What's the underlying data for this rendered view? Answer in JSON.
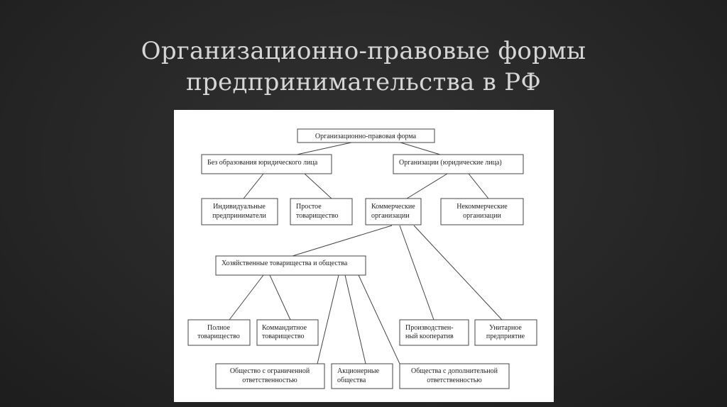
{
  "title": {
    "line1": "Организационно-правовые формы",
    "line2": "предпринимательства в РФ"
  },
  "diagram": {
    "root": "Организационно-правовая форма",
    "no_legal_entity": "Без образования юридического лица",
    "organizations": "Организации (юридические лица)",
    "individual": [
      "Индивидуальные",
      "предприниматели"
    ],
    "simple_partnership": [
      "Простое",
      "товарищество"
    ],
    "commercial": [
      "Коммерческие",
      "организации"
    ],
    "noncommercial": [
      "Некоммерческие",
      "организации"
    ],
    "business": "Хозяйственные товарищества и общества",
    "full_partnership": [
      "Полное",
      "товарищество"
    ],
    "limited_partnership": [
      "Коммандитное",
      "товарищество"
    ],
    "cooperative": [
      "Производствен-",
      "ный кооператив"
    ],
    "unitary": [
      "Унитарное",
      "предприятие"
    ],
    "llc": [
      "Общество с ограниченной",
      "ответственностью"
    ],
    "jsc": [
      "Акционерные",
      "общества"
    ],
    "alc": [
      "Общества с дополнительной",
      "ответственностью"
    ]
  }
}
